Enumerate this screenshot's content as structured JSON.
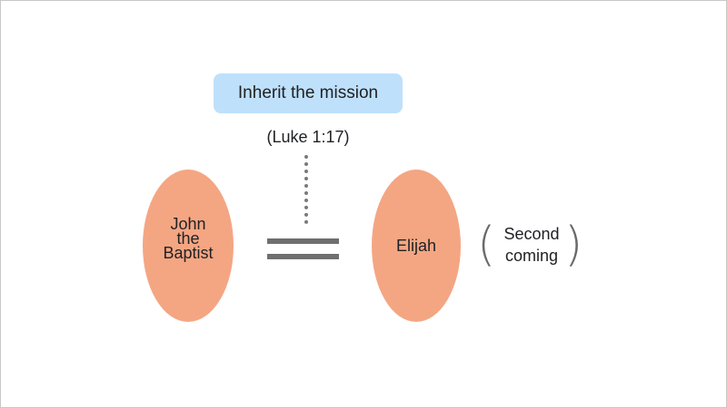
{
  "diagram": {
    "mission_label": "Inherit the mission",
    "reference": "(Luke 1:17)",
    "left_node": {
      "lines": [
        "John",
        "the",
        "Baptist"
      ],
      "color": "#f4a683"
    },
    "right_node": {
      "label": "Elijah",
      "color": "#f4a683"
    },
    "relation_symbol": "equals-sign",
    "note": {
      "open_paren": "(",
      "lines": [
        "Second",
        "coming"
      ],
      "close_paren": ")"
    },
    "colors": {
      "mission_box": "#bfe0fb",
      "connector": "#7a7a7a",
      "equals": "#6f6f6f"
    }
  }
}
